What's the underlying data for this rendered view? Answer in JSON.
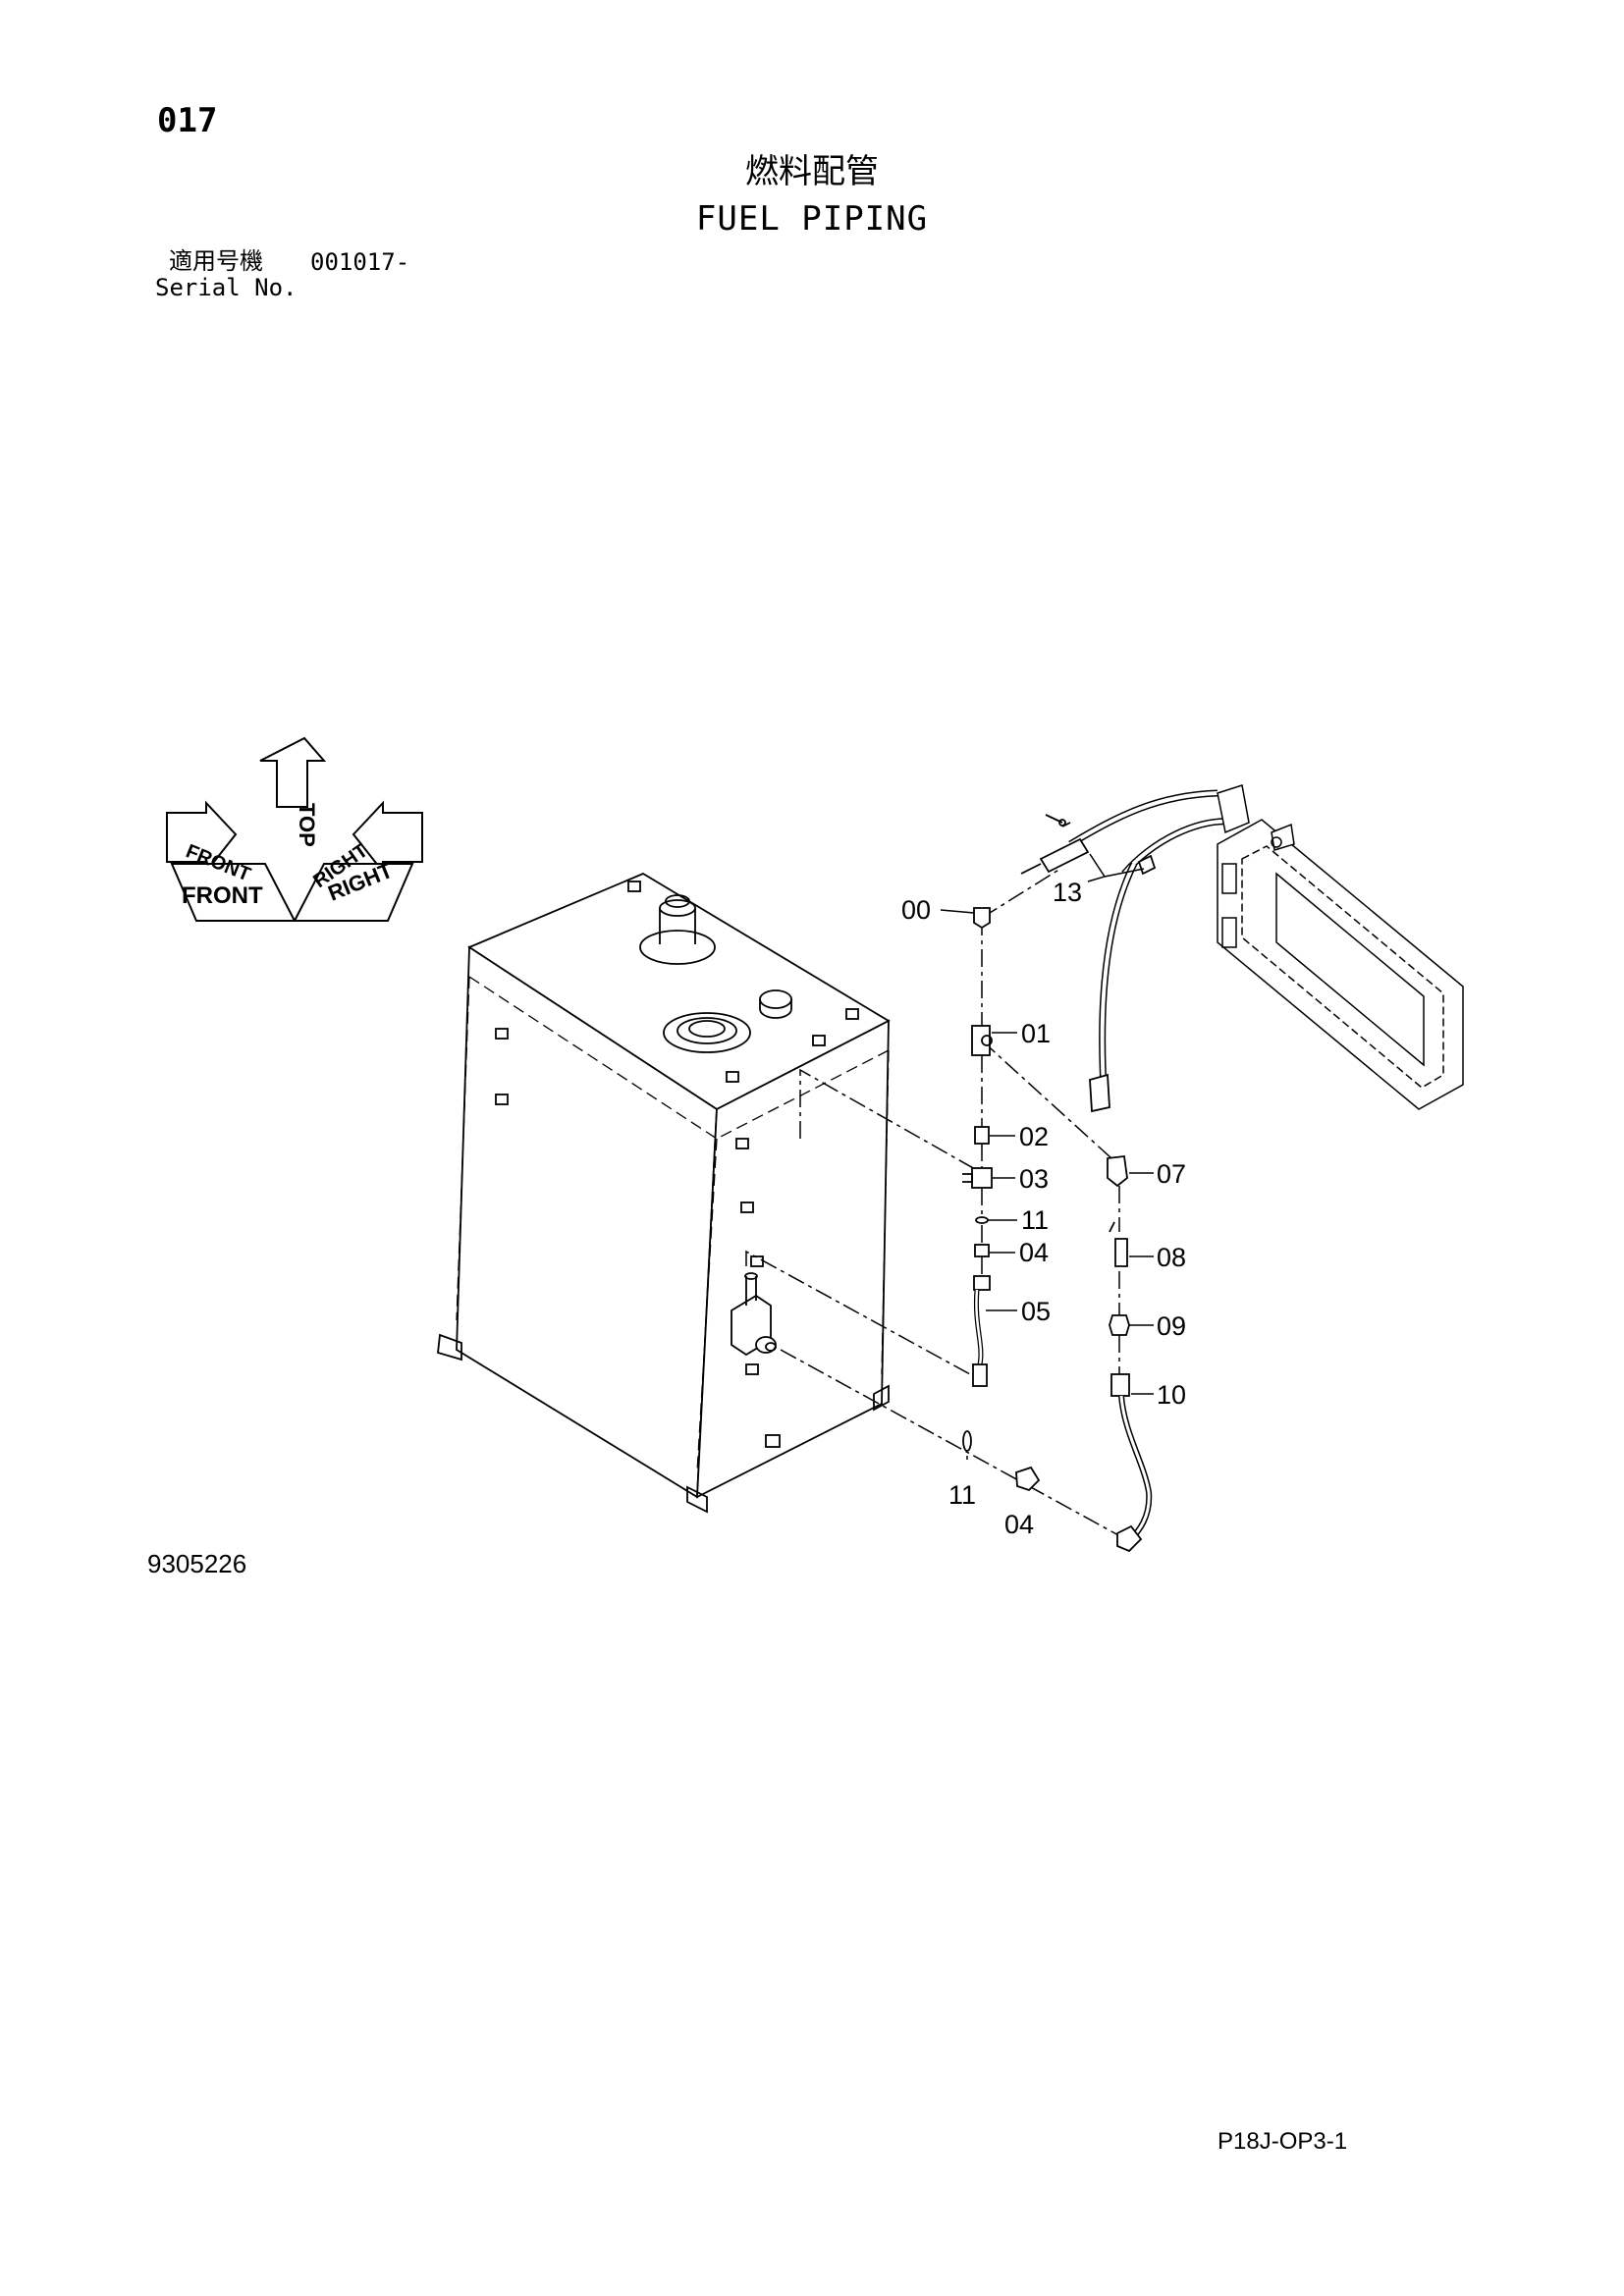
{
  "header": {
    "page_number": "017",
    "title_jp": "燃料配管",
    "title_en": "FUEL PIPING",
    "serial_label_jp": "適用号機",
    "serial_value": "001017-",
    "serial_label_en": "Serial No."
  },
  "orientation": {
    "top": "TOP",
    "front": "FRONT",
    "right": "RIGHT"
  },
  "callouts": {
    "c00": "00",
    "c01": "01",
    "c02": "02",
    "c03": "03",
    "c11a": "11",
    "c04a": "04",
    "c05": "05",
    "c07": "07",
    "c08": "08",
    "c09": "09",
    "c10": "10",
    "c13": "13",
    "c11b": "11",
    "c04b": "04"
  },
  "footer": {
    "drawing_number": "9305226",
    "sheet_id": "P18J-OP3-1"
  }
}
